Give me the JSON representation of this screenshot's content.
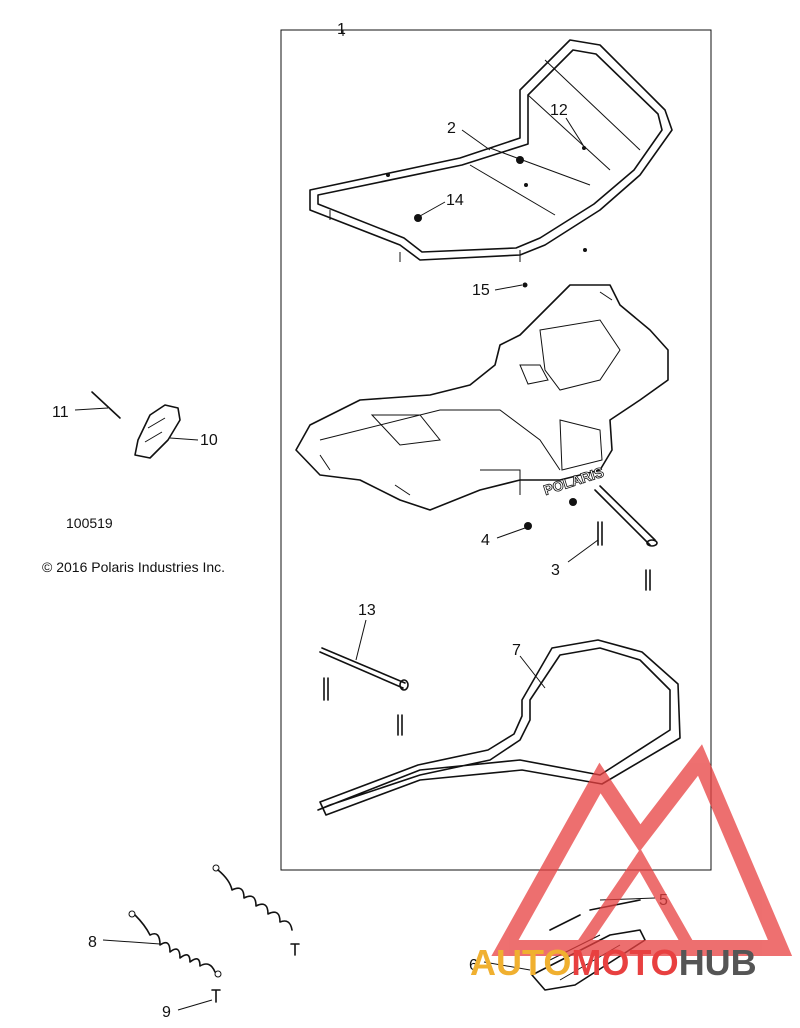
{
  "diagram": {
    "catalog_number": "100519",
    "copyright": "© 2016 Polaris Industries Inc.",
    "brand_mark": "POLARIS",
    "callouts": [
      {
        "id": "1",
        "label": "1"
      },
      {
        "id": "2",
        "label": "2"
      },
      {
        "id": "3",
        "label": "3"
      },
      {
        "id": "4",
        "label": "4"
      },
      {
        "id": "5",
        "label": "5"
      },
      {
        "id": "6",
        "label": "6"
      },
      {
        "id": "7",
        "label": "7"
      },
      {
        "id": "8",
        "label": "8"
      },
      {
        "id": "9",
        "label": "9"
      },
      {
        "id": "10",
        "label": "10"
      },
      {
        "id": "11",
        "label": "11"
      },
      {
        "id": "12",
        "label": "12"
      },
      {
        "id": "13",
        "label": "13"
      },
      {
        "id": "14",
        "label": "14"
      },
      {
        "id": "15",
        "label": "15"
      }
    ]
  },
  "watermark": {
    "part1": "AUTO",
    "part2": "MOTO",
    "part3": "HUB",
    "colors": {
      "orange": "#f0b030",
      "red": "#e84040",
      "gray": "#555555"
    }
  }
}
